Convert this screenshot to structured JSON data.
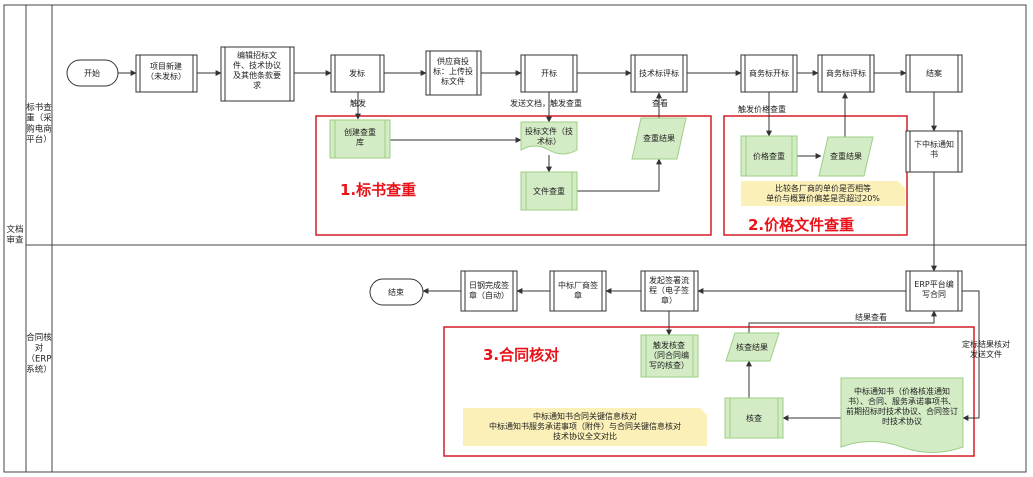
{
  "lanes": {
    "outer": "文档\n审查",
    "top": "标书查\n重（采\n购电商\n平台）",
    "bottom": "合同核\n对\n（ERP\n系统）"
  },
  "nodes": {
    "start": "开始",
    "project": "项目新建\n（未发标）",
    "edit": "编辑招标文\n件、技术协议\n及其他条款要\n求",
    "publish": "发标",
    "upload": "供应商投\n标：上传投\n标文件",
    "open": "开标",
    "tech_eval": "技术标评标",
    "biz_open": "商务标开标",
    "biz_eval": "商务标评标",
    "close": "结案",
    "create_db": "创建查重\n库",
    "bid_file": "投标文件（技\n术标）",
    "file_check": "文件查重",
    "check_result": "查重结果",
    "price_check": "价格查重",
    "price_result": "查重结果",
    "award_notice": "下中标通知\n书",
    "erp_contract": "ERP平台编\n写合同",
    "sign_flow": "发起签署流\n程（电子签\n章）",
    "vendor_sign": "中标厂商签\n章",
    "steel_sign": "日钢完成签\n章（自动）",
    "end": "结束",
    "trigger_check": "触发核查\n（同合同编\n写的核查）",
    "verify_result": "核查结果",
    "verify": "核查",
    "docs": "中标通知书（价格核准通知\n书）、合同、服务承诺事项书、\n前期招标时技术协议、合同签订\n时技术协议"
  },
  "edges": {
    "trigger": "触发",
    "send_docs": "发送文档，触发查重",
    "view": "查看",
    "trigger_price": "触发价格查重",
    "result_view": "结果查看",
    "settle_send": "定标结果核对\n发送文件"
  },
  "notes": {
    "price_note": "比较各厂商的单价是否相等\n单价与概算价偏差是否超过20%",
    "contract_note": "中标通知书合同关键信息核对\n中标通知书服务承诺事项（附件）与合同关键信息核对\n技术协议全文对比"
  },
  "sections": {
    "s1": "1.标书查重",
    "s2": "2.价格文件查重",
    "s3": "3.合同核对"
  },
  "colors": {
    "green_fill": "#d4ecc6",
    "green_stroke": "#9ccf86",
    "note_fill": "#fbf0b8",
    "red": "#e8131a"
  }
}
